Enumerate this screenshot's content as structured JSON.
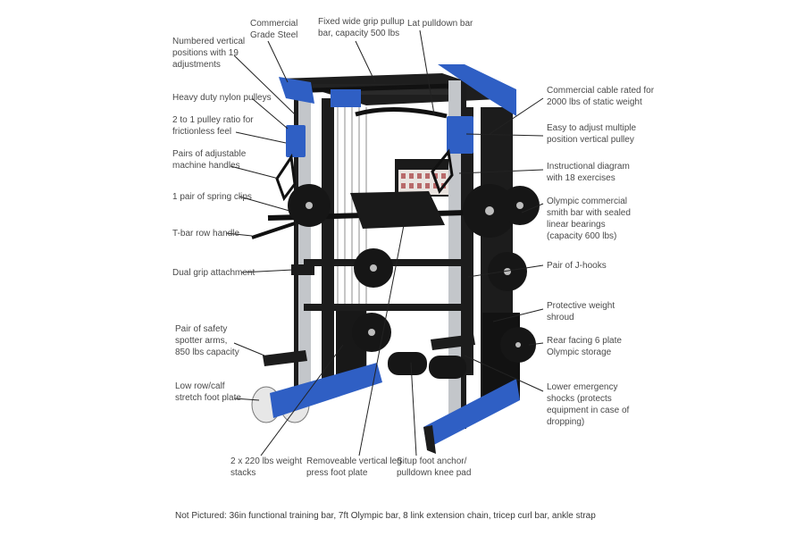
{
  "figure": {
    "name": "smith-machine-functional-trainer",
    "colors": {
      "frame": "#1c1c1c",
      "accent_blue": "#2f5fc4",
      "steel": "#b9bcc0",
      "plate": "#161616",
      "leader": "#222222",
      "text": "#4a4a4a"
    }
  },
  "callouts": [
    {
      "id": "commercial-steel",
      "text": "Commercial\nGrade Steel"
    },
    {
      "id": "pullup-bar",
      "text": "Fixed wide grip pullup\nbar, capacity 500 lbs"
    },
    {
      "id": "lat-pulldown",
      "text": "Lat pulldown bar"
    },
    {
      "id": "vertical-positions",
      "text": "Numbered vertical\npositions with 19\nadjustments"
    },
    {
      "id": "nylon-pulleys",
      "text": "Heavy duty nylon pulleys"
    },
    {
      "id": "pulley-ratio",
      "text": "2 to 1 pulley ratio for\nfrictionless feel"
    },
    {
      "id": "machine-handles",
      "text": "Pairs of adjustable\nmachine handles"
    },
    {
      "id": "spring-clips",
      "text": "1 pair of spring clips"
    },
    {
      "id": "tbar-handle",
      "text": "T-bar row handle"
    },
    {
      "id": "dual-grip",
      "text": "Dual grip attachment"
    },
    {
      "id": "spotter-arms",
      "text": "Pair of safety\nspotter arms,\n850 lbs capacity"
    },
    {
      "id": "foot-plate",
      "text": "Low row/calf\nstretch foot plate"
    },
    {
      "id": "commercial-cable",
      "text": "Commercial cable rated for\n2000 lbs of static weight"
    },
    {
      "id": "vertical-pulley",
      "text": "Easy to adjust multiple\nposition vertical pulley"
    },
    {
      "id": "instruction-diagram",
      "text": "Instructional diagram\nwith 18 exercises"
    },
    {
      "id": "smith-bar",
      "text": "Olympic commercial\nsmith bar with sealed\nlinear bearings\n(capacity 600 lbs)"
    },
    {
      "id": "j-hooks",
      "text": "Pair of J-hooks"
    },
    {
      "id": "weight-shroud",
      "text": "Protective weight\nshroud"
    },
    {
      "id": "plate-storage",
      "text": "Rear facing 6 plate\nOlympic storage"
    },
    {
      "id": "emergency-shocks",
      "text": "Lower emergency\nshocks (protects\nequipment in case of\ndropping)"
    },
    {
      "id": "weight-stacks",
      "text": "2 x 220 lbs weight\nstacks"
    },
    {
      "id": "leg-press-plate",
      "text": "Removeable vertical leg\npress foot plate"
    },
    {
      "id": "situp-anchor",
      "text": "Situp foot anchor/\npulldown knee pad"
    }
  ],
  "footnote": "Not Pictured: 36in functional training bar, 7ft Olympic bar, 8 link extension chain, tricep curl bar, ankle strap"
}
